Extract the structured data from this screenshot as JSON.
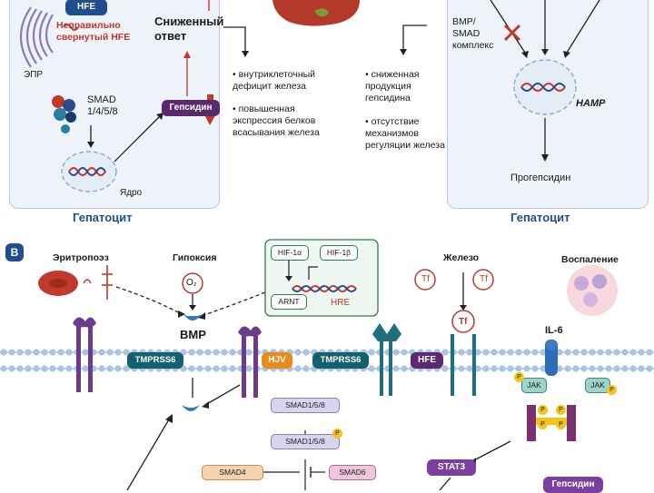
{
  "panelA": {
    "left": {
      "hfe": "HFE",
      "misfolded": "Неправильно свернутый HFE",
      "er": "ЭПР",
      "smad": "SMAD 1/4/5/8",
      "nucleus": "Ядро",
      "hepcidin": "Гепсидин",
      "reduced_response": "Сниженный ответ",
      "caption": "Гепатоцит"
    },
    "middle_bullets": [
      "внутриклеточный дефицит железа",
      "повышенная экспрессия белков всасывания железа"
    ],
    "right_bullets": [
      "сниженная продукция гепсидина",
      "отсутствие механизмов регуляции железа"
    ],
    "right": {
      "bmp_smad": "BMP/ SMAD комплекс",
      "hamp": "HAMP",
      "prohepcidin": "Прогепсидин",
      "caption": "Гепатоцит"
    }
  },
  "panelB": {
    "label": "B",
    "erythropoiesis": "Эритропоэз",
    "hypoxia": "Гипоксия",
    "o2": "O₂",
    "hif1a": "HIF-1α",
    "hif1b": "HIF-1β",
    "arnt": "ARNT",
    "hre": "HRE",
    "iron": "Железо",
    "tf": "Tf",
    "inflammation": "Воспаление",
    "bmp": "BMP",
    "il6": "IL-6",
    "tmprss6_a": "TMPRSS6",
    "hjv": "HJV",
    "tmprss6_b": "TMPRSS6",
    "hfe": "HFE",
    "jak": "JAK",
    "p": "P",
    "smad158": "SMAD1/5/8",
    "smad158p": "SMAD1/5/8",
    "smad4": "SMAD4",
    "smad6": "SMAD6",
    "stat3": "STAT3",
    "hepcidin": "Гепсидин"
  },
  "colors": {
    "panel_bg": "#eef3fa",
    "hepcidin_purple": "#5b2a6e",
    "teal_box": "#14606f",
    "orange_box": "#e98a1c",
    "red": "#c0392b",
    "caption_blue": "#1f4e8c"
  }
}
